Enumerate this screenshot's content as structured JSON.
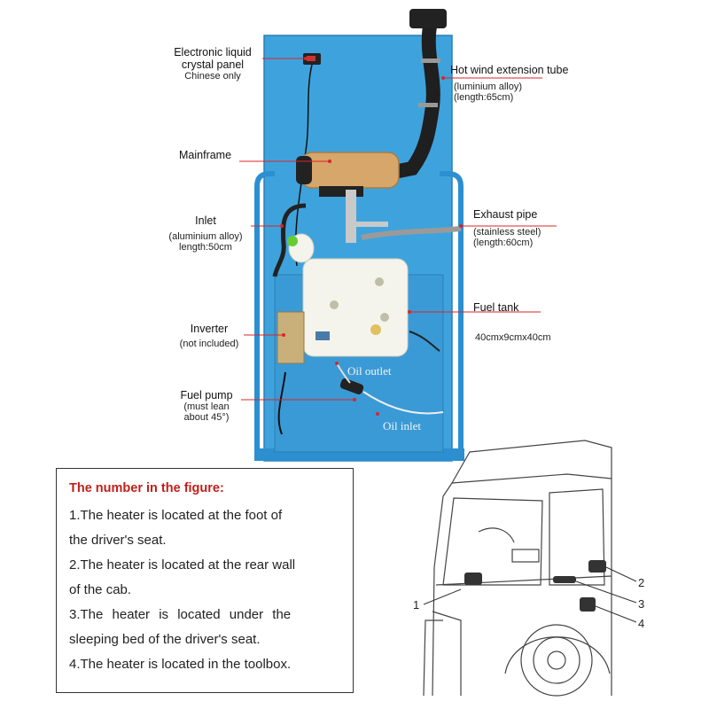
{
  "labels": {
    "lcd_panel": [
      "Electronic liquid",
      "crystal panel",
      "Chinese only"
    ],
    "hot_wind_tube": [
      "Hot wind extension tube",
      "(luminium alloy)",
      "(length:65cm)"
    ],
    "mainframe": "Mainframe",
    "inlet": [
      "Inlet",
      "(aluminium alloy)",
      "length:50cm"
    ],
    "exhaust_pipe": [
      "Exhaust pipe",
      "(stainless steel)",
      "(length:60cm)"
    ],
    "fuel_tank": [
      "Fuel tank",
      "40cmx9cmx40cm"
    ],
    "inverter": [
      "Inverter",
      "(not included)"
    ],
    "fuel_pump": [
      "Fuel pump",
      "(must lean",
      "about 45°)"
    ],
    "oil_outlet": "Oil outlet",
    "oil_inlet": "Oil inlet"
  },
  "info_box": {
    "title": "The number in the figure:",
    "lines": [
      "1.The heater is located at the foot of",
      "the driver's seat.",
      "2.The heater is located at the rear wall",
      "of the cab.",
      "3.The heater is located under the",
      "sleeping bed of the driver's seat.",
      "4.The heater is located in the toolbox."
    ]
  },
  "truck_numbers": [
    "1",
    "2",
    "3",
    "4"
  ],
  "colors": {
    "panel_blue": "#3ea3dc",
    "frame_blue": "#2b8fd0",
    "title_red": "#c0201a",
    "leader_red": "#d9262a"
  }
}
